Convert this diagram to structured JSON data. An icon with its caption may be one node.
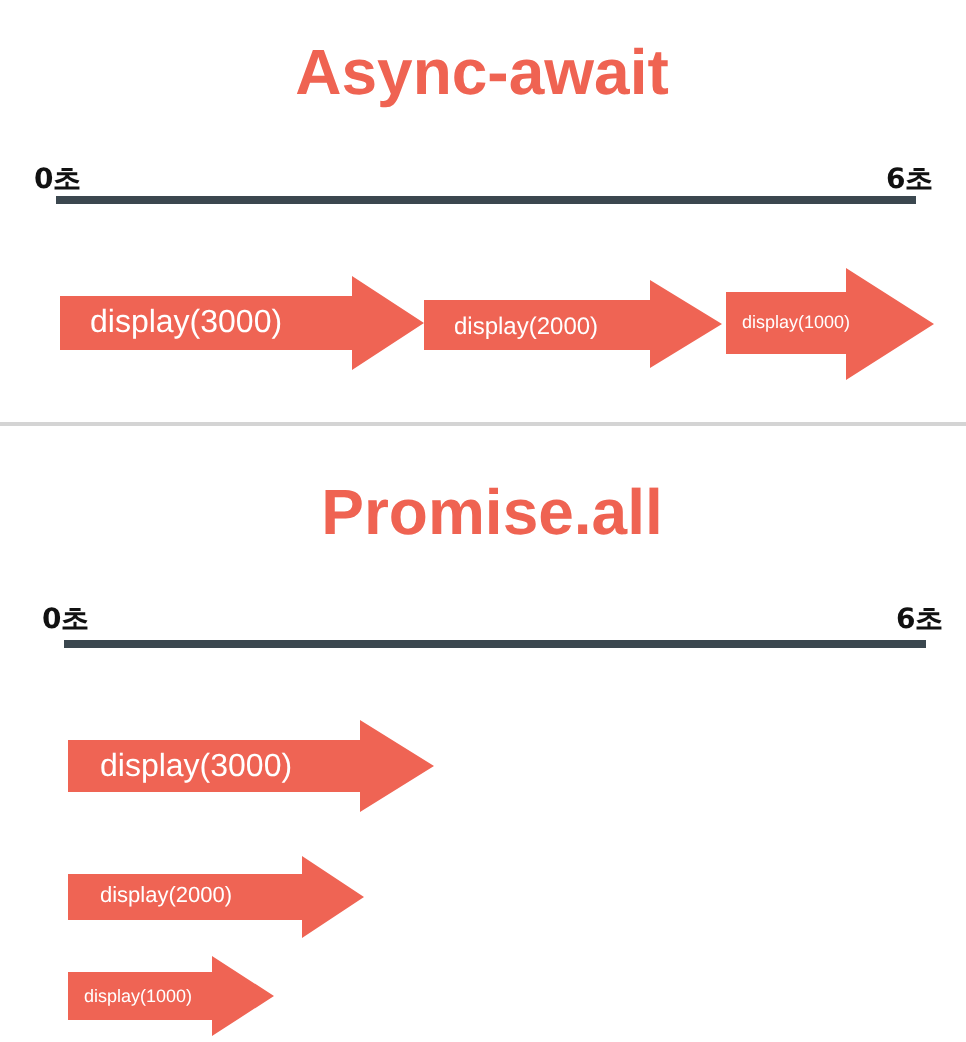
{
  "diagram": {
    "nodes": [
      {
        "text": [
          "display(3000)"
        ]
      },
      {
        "text": [
          "display(2000)"
        ]
      },
      {
        "text": [
          "display(1000)"
        ]
      },
      {
        "text": [
          "display(3000)"
        ]
      },
      {
        "text": [
          "display(2000)"
        ]
      },
      {
        "text": [
          "display(1000)"
        ]
      }
    ],
    "labels": [
      "Async-await",
      "0초",
      "6초",
      "Promise.all",
      "0초",
      "6초"
    ]
  }
}
